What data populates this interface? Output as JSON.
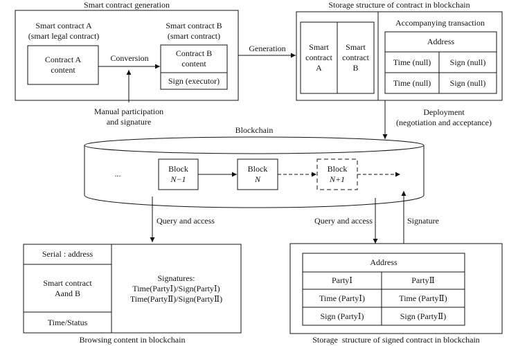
{
  "generation": {
    "title": "Smart contract generation",
    "contract_a_label": "Smart contract A\n(smart legal contract)",
    "contract_a_box": "Contract A\ncontent",
    "conversion": "Conversion",
    "contract_b_label": "Smart contract B\n(smart contract)",
    "contract_b_content": "Contract B\ncontent",
    "contract_b_sign": "Sign (executor)",
    "manual": "Manual participation\nand signature"
  },
  "generation_arrow": "Generation",
  "storage": {
    "title": "Storage structure of contract in blockchain",
    "smart_a": "Smart\ncontract\nA",
    "smart_b": "Smart\ncontract\nB",
    "accompanying": "Accompanying transaction",
    "address": "Address",
    "cells": [
      "Time (null)",
      "Sign (null)",
      "Time (null)",
      "Sign (null)"
    ]
  },
  "deployment": "Deployment\n(negotiation and acceptance)",
  "blockchain": {
    "title": "Blockchain",
    "ellipsis": "...",
    "blocks": [
      {
        "line1": "Block",
        "line2": "N−1"
      },
      {
        "line1": "Block",
        "line2": "N"
      },
      {
        "line1": "Block",
        "line2": "N+1"
      }
    ]
  },
  "query_left": "Query and access",
  "query_right": "Query and access",
  "signature": "Signature",
  "browsing": {
    "serial": "Serial : address",
    "smart_ab": "Smart contract\nAand B",
    "time_status": "Time/Status",
    "signatures": "Signatures:\nTime(PartyⅠ)/Sign(PartyⅠ)\nTime(PartyⅡ)/Sign(PartyⅡ)",
    "caption": "Browsing content in blockchain"
  },
  "signed": {
    "address": "Address",
    "rows": [
      [
        "PartyⅠ",
        "PartyⅡ"
      ],
      [
        "Time (PartyⅠ)",
        "Time (PartyⅡ)"
      ],
      [
        "Sign (PartyⅠ)",
        "Sign (PartyⅡ)"
      ]
    ],
    "caption": "Storage  structure of signed contract in blockchain"
  }
}
